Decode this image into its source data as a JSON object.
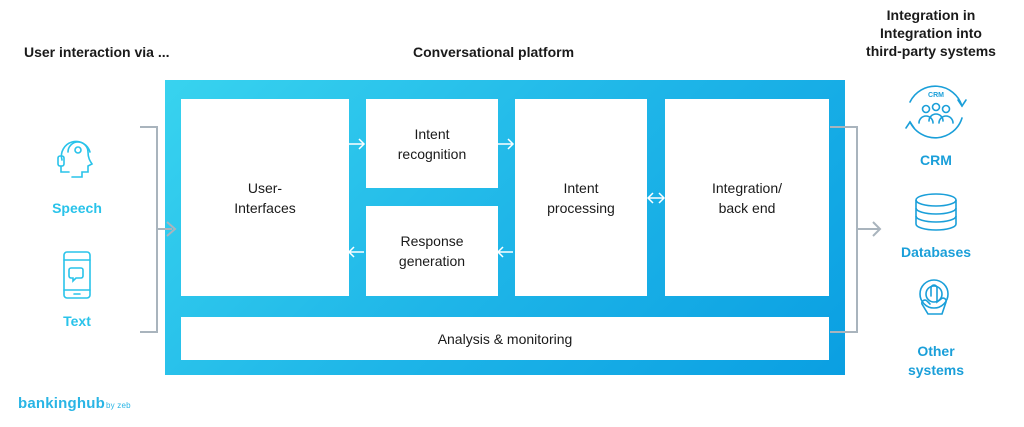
{
  "headers": {
    "left": "User interaction via ...",
    "center": "Conversational platform",
    "right": "Integration in\nIntegration into\nthird-party systems"
  },
  "inputs": {
    "speech": "Speech",
    "text": "Text"
  },
  "platform": {
    "user_interfaces": "User-\nInterfaces",
    "intent_recognition": "Intent\nrecognition",
    "response_generation": "Response\ngeneration",
    "intent_processing": "Intent\nprocessing",
    "integration_back_end": "Integration/\nback end",
    "analysis_monitoring": "Analysis & monitoring"
  },
  "outputs": {
    "crm_badge": "CRM",
    "crm": "CRM",
    "databases": "Databases",
    "other_systems": "Other\nsystems"
  },
  "logo": {
    "brand": "bankinghub",
    "suffix": "by zeb"
  },
  "colors": {
    "accent_light": "#38d3ef",
    "accent_dark": "#0a9fe2",
    "label_cyan": "#29c3ea",
    "connector_gray": "#a9b4bd"
  }
}
